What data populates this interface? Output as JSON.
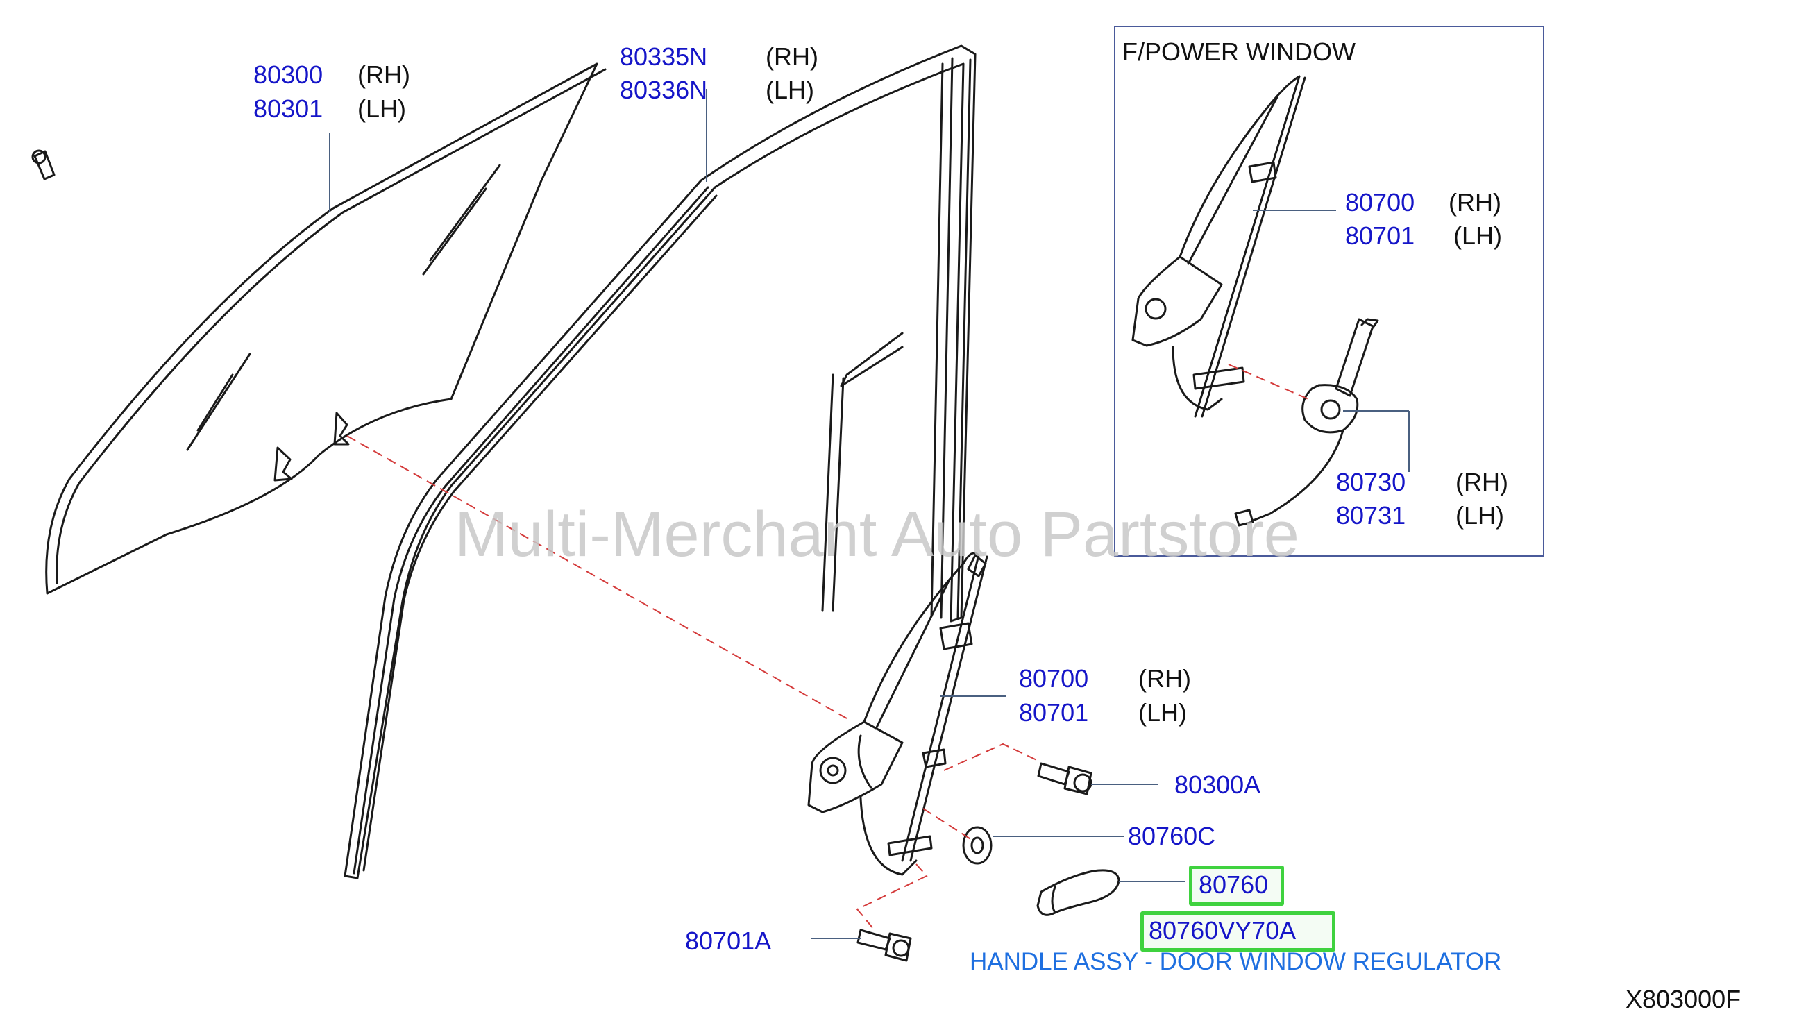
{
  "inset": {
    "title": "F/POWER  WINDOW"
  },
  "labels": {
    "glass_rh": "80300",
    "glass_rh_side": "(RH)",
    "glass_lh": "80301",
    "glass_lh_side": "(LH)",
    "sash_rh": "80335N",
    "sash_rh_side": "(RH)",
    "sash_lh": "80336N",
    "sash_lh_side": "(LH)",
    "power_reg_rh": "80700",
    "power_reg_rh_side": "(RH)",
    "power_reg_lh": "80701",
    "power_reg_lh_side": "(LH)",
    "motor_rh": "80730",
    "motor_rh_side": "(RH)",
    "motor_lh": "80731",
    "motor_lh_side": "(LH)",
    "reg_rh": "80700",
    "reg_rh_side": "(RH)",
    "reg_lh": "80701",
    "reg_lh_side": "(LH)",
    "bolt_a": "80300A",
    "escutcheon": "80760C",
    "handle": "80760",
    "handle_part": "80760VY70A",
    "handle_desc": "HANDLE ASSY - DOOR WINDOW REGULATOR",
    "bolt_b": "80701A",
    "diagram_code": "X803000F"
  },
  "watermark": "Multi-Merchant Auto Partstore",
  "colors": {
    "part_number": "#1515c8",
    "highlight": "#3fd23f",
    "description": "#1e6fe0",
    "dashed_line": "#d43a3a"
  }
}
